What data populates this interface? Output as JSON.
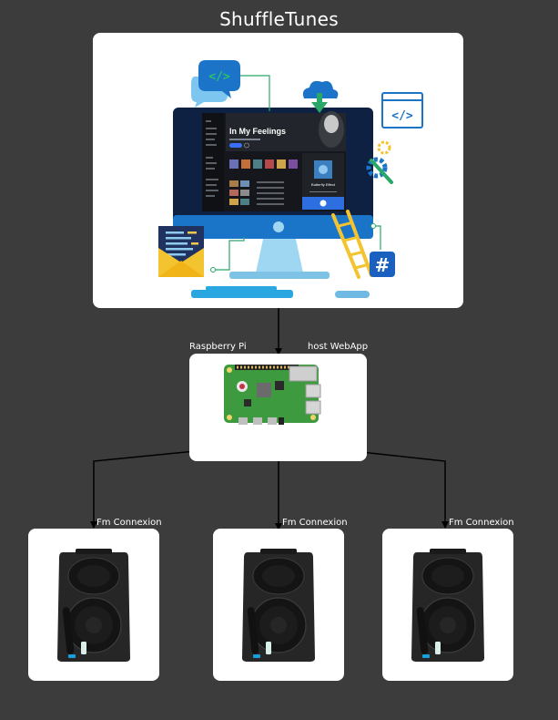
{
  "diagram": {
    "title": "ShuffleTunes",
    "server": {
      "left_label": "Raspberry Pi",
      "right_label": "host WebApp"
    },
    "speakers": [
      {
        "label": "Fm Connexion"
      },
      {
        "label": "Fm Connexion"
      },
      {
        "label": "Fm Connexion"
      }
    ],
    "webapp_screen": {
      "song_title": "In My Feelings",
      "now_playing_title": "Butterfly Effect"
    }
  }
}
